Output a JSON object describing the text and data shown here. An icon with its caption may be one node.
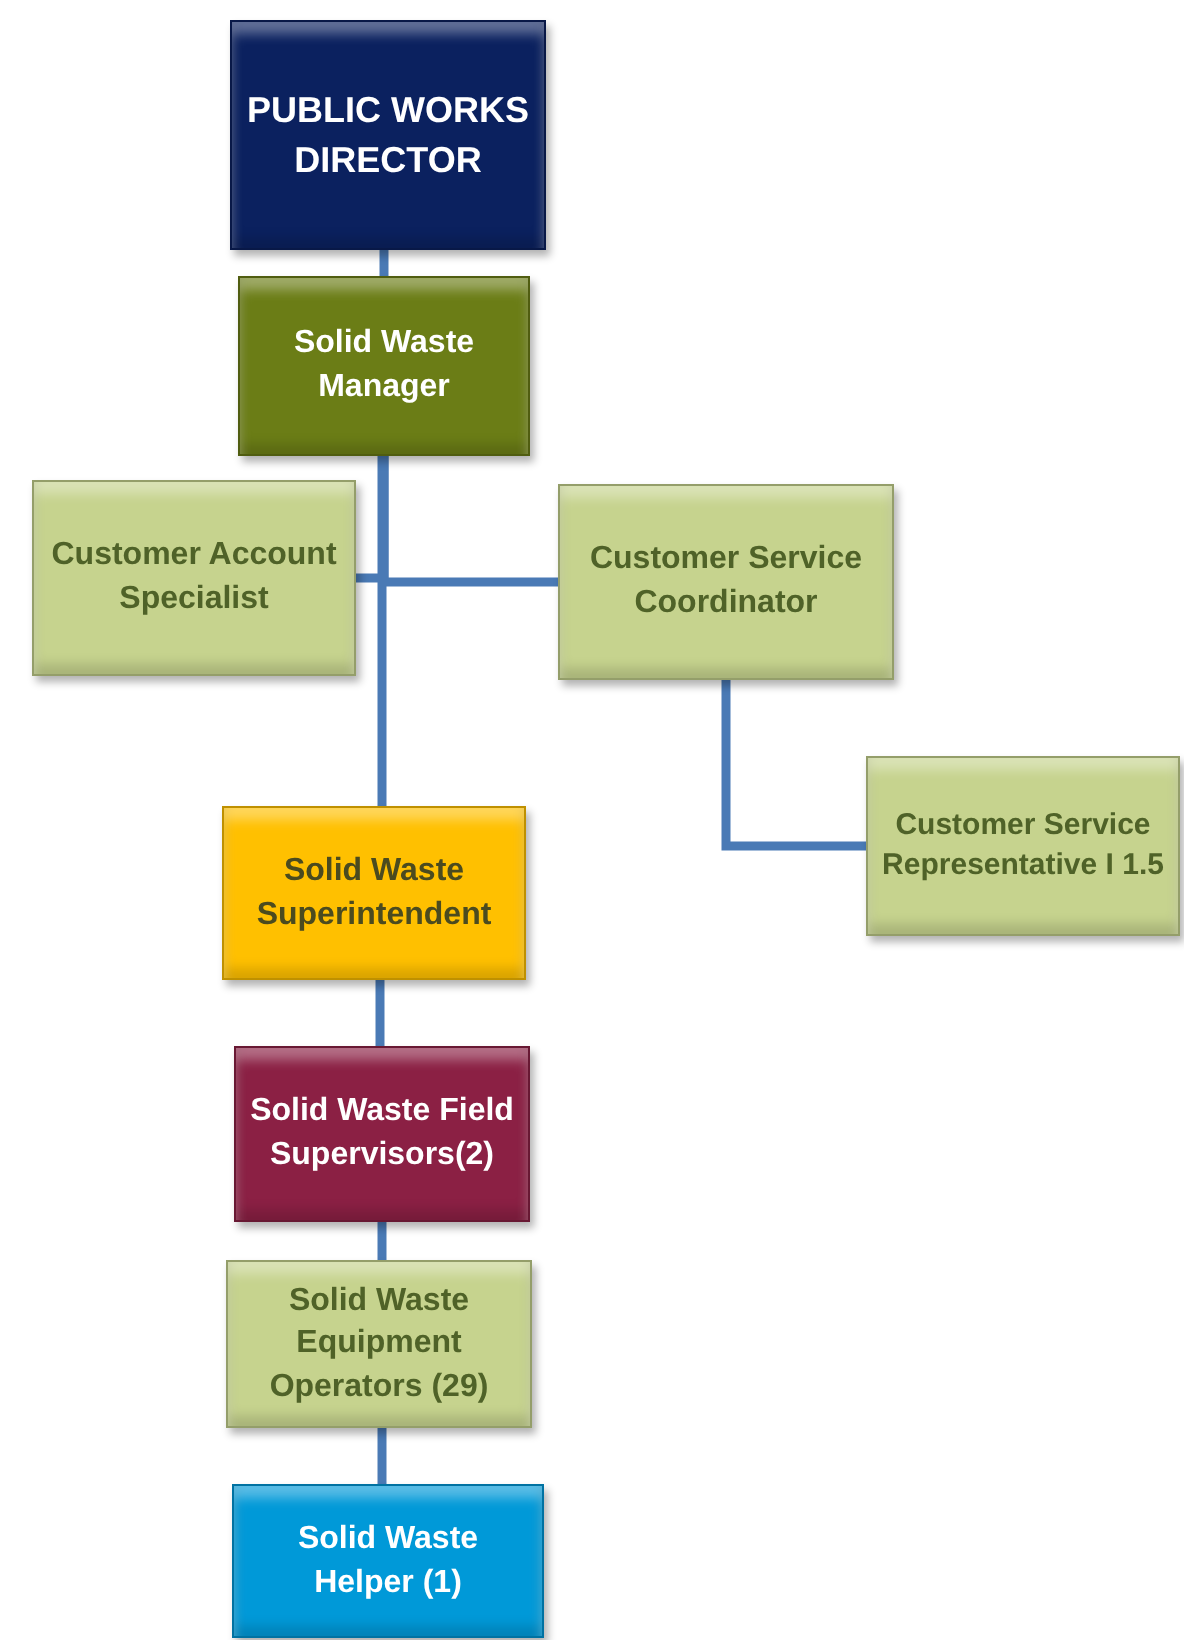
{
  "diagram": {
    "nodes": [
      {
        "text": [
          "PUBLIC WORKS DIRECTOR"
        ]
      },
      {
        "text": [
          "Solid Waste Manager"
        ]
      },
      {
        "text": [
          "Customer Account Specialist"
        ]
      },
      {
        "text": [
          "Customer Service Coordinator"
        ]
      },
      {
        "text": [
          "Customer Service Representative I 1.5"
        ]
      },
      {
        "text": [
          "Solid Waste Superintendent"
        ]
      },
      {
        "text": [
          "Solid Waste Field Supervisors(2)"
        ]
      },
      {
        "text": [
          "Solid Waste Equipment Operators (29)"
        ]
      },
      {
        "text": [
          "Solid Waste Helper (1)"
        ]
      }
    ],
    "edges": [
      {
        "from": 0,
        "to": 1,
        "arrow": "none"
      },
      {
        "from": 1,
        "to": 2,
        "arrow": "none"
      },
      {
        "from": 1,
        "to": 3,
        "arrow": "none"
      },
      {
        "from": 1,
        "to": 5,
        "arrow": "none"
      },
      {
        "from": 3,
        "to": 4,
        "arrow": "none"
      },
      {
        "from": 5,
        "to": 6,
        "arrow": "none"
      },
      {
        "from": 6,
        "to": 7,
        "arrow": "none"
      },
      {
        "from": 7,
        "to": 8,
        "arrow": "none"
      }
    ]
  }
}
